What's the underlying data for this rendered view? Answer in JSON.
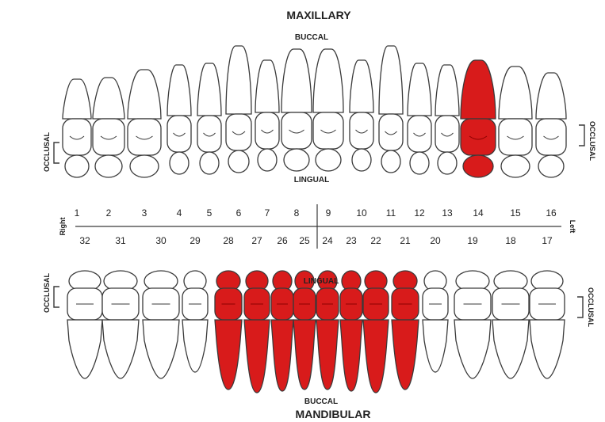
{
  "labels": {
    "maxillary": "MAXILLARY",
    "mandibular": "MANDIBULAR",
    "upper_buccal": "BUCCAL",
    "upper_lingual": "LINGUAL",
    "lower_lingual": "LINGUAL",
    "lower_buccal": "BUCCAL",
    "occlusal": "OCCLUSAL",
    "right": "Right",
    "left": "Left"
  },
  "colors": {
    "outline": "#3a3a3a",
    "highlight": "#d81b1b",
    "highlight_dark": "#8b0000",
    "tooth_fill": "#ffffff"
  },
  "upper_numbers": [
    "1",
    "2",
    "3",
    "4",
    "5",
    "6",
    "7",
    "8",
    "9",
    "10",
    "11",
    "12",
    "13",
    "14",
    "15",
    "16"
  ],
  "lower_numbers": [
    "32",
    "31",
    "30",
    "29",
    "28",
    "27",
    "26",
    "25",
    "24",
    "23",
    "22",
    "21",
    "20",
    "19",
    "18",
    "17"
  ],
  "highlighted_teeth": [
    "14",
    "28",
    "27",
    "26",
    "25",
    "24",
    "23",
    "22",
    "21"
  ]
}
